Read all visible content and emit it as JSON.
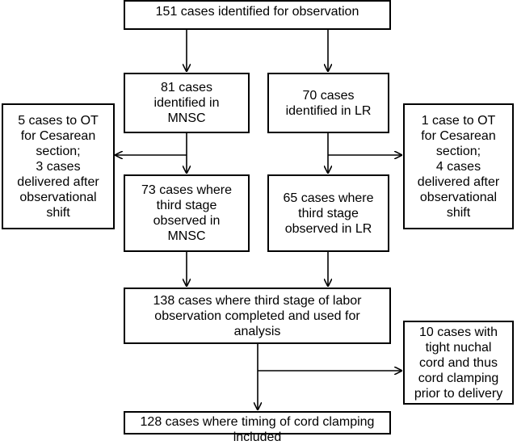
{
  "flowchart": {
    "identified": "151 cases identified for observation",
    "mnsc_identified": "81 cases\nidentified in\nMNSC",
    "lr_identified": "70 cases\nidentified in LR",
    "mnsc_excluded": "5 cases to OT\nfor Cesarean\nsection;\n3 cases\ndelivered after\nobservational\nshift",
    "lr_excluded": "1 case to OT\nfor Cesarean\nsection;\n4 cases\ndelivered after\nobservational\nshift",
    "mnsc_observed": "73 cases where\nthird stage\nobserved in\nMNSC",
    "lr_observed": "65 cases where\nthird stage\nobserved in LR",
    "analysis": "138 cases where third stage of labor\nobservation completed and used for\nanalysis",
    "nuchal_excluded": "10 cases with\ntight nuchal\ncord and thus\ncord clamping\nprior to delivery",
    "final": "128 cases where timing of cord clamping\nincluded"
  },
  "colors": {
    "line": "#000000",
    "box_fill": "#ffffff"
  }
}
